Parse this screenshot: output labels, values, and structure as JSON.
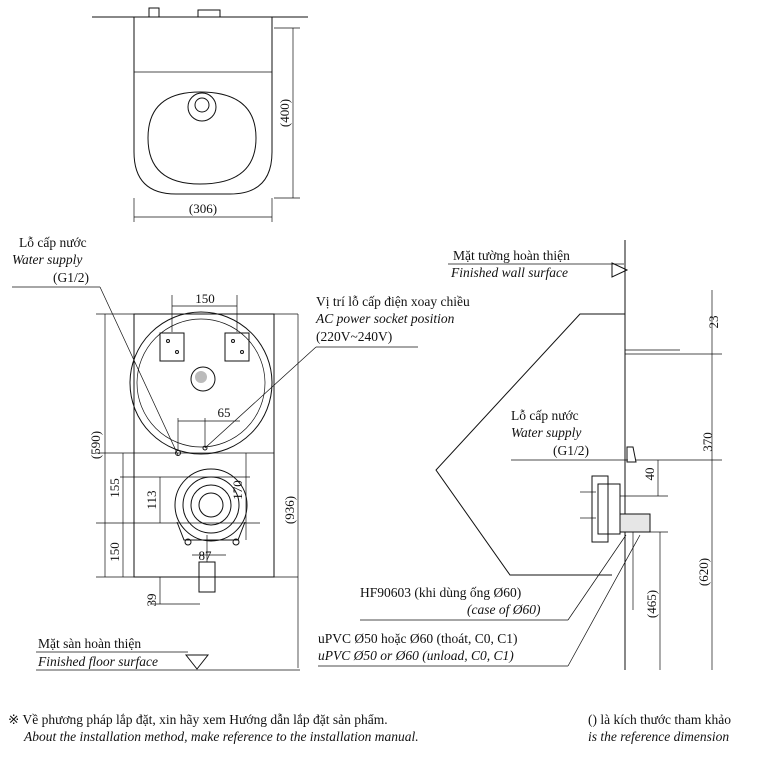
{
  "top_view": {
    "width_dim": "(306)",
    "height_dim": "(400)"
  },
  "front_view": {
    "water_supply": {
      "vi": "Lỗ cấp nước",
      "en": "Water supply",
      "size": "(G1/2)"
    },
    "ac_socket": {
      "vi": "Vị trí lỗ cấp điện xoay chiều",
      "en": "AC power socket position",
      "range": "(220V~240V)"
    },
    "dims": {
      "d150_top": "150",
      "d65": "65",
      "d590": "(590)",
      "d155": "155",
      "d113": "113",
      "d170": "170",
      "d936": "(936)",
      "d150_left": "150",
      "d87": "87",
      "d39": "39"
    }
  },
  "side_view": {
    "wall": {
      "vi": "Mặt tường hoàn thiện",
      "en": "Finished wall surface"
    },
    "water_supply": {
      "vi": "Lỗ cấp nước",
      "en": "Water supply",
      "size": "(G1/2)"
    },
    "dims": {
      "d23": "23",
      "d370": "370",
      "d40": "40",
      "d620": "(620)",
      "d465": "(465)"
    }
  },
  "callouts": {
    "hf": {
      "vi": "HF90603 (khi dùng ống Ø60)",
      "en": "(case of Ø60)"
    },
    "upvc": {
      "vi": "uPVC Ø50 hoặc Ø60 (thoát, C0, C1)",
      "en": "uPVC Ø50 or Ø60 (unload, C0, C1)"
    }
  },
  "floor": {
    "vi": "Mặt sàn hoàn thiện",
    "en": "Finished floor surface"
  },
  "notes": {
    "symbol": "※",
    "install_vi": "Về phương pháp lắp đặt, xin hãy xem Hướng dẫn lắp đặt sản phẩm.",
    "install_en": "About the installation method, make reference to the installation manual.",
    "ref_vi": "() là kích thước tham khảo",
    "ref_en": "is the reference dimension"
  }
}
